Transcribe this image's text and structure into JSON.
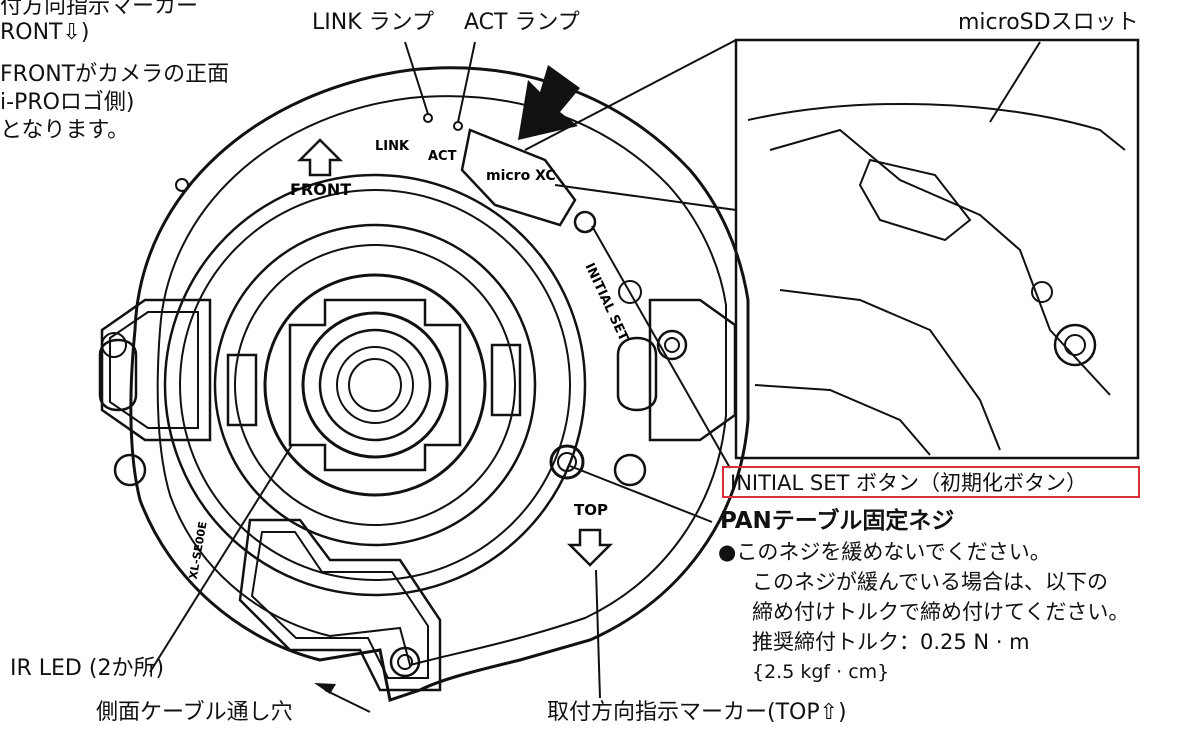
{
  "labels": {
    "front_marker_l1": "付方向指示マーカー",
    "front_marker_l2": "RONT⇩)",
    "front_note_l1": "FRONTがカメラの正面",
    "front_note_l2": "i-PROロゴ側)",
    "front_note_l3": "となります。",
    "link_lamp": "LINK ランプ",
    "act_lamp": "ACT ランプ",
    "microsd_slot": "microSDスロット",
    "initial_set_button": "INITIAL SET ボタン（初期化ボタン）",
    "pan_screw_title": "PANテーブル固定ネジ",
    "pan_note_1": "●このネジを緩めないでください。",
    "pan_note_2": "このネジが緩んでいる場合は、以下の",
    "pan_note_3": "締め付けトルクで締め付けてください。",
    "pan_note_4": "推奨締付トルク：0.25 N · m",
    "pan_note_5": "{2.5 kgf · cm}",
    "ir_led": "IR LED (2か所)",
    "side_cable_hole": "側面ケーブル通し穴",
    "top_marker": "取付方向指示マーカー(TOP⇧)"
  },
  "device_marks": {
    "front": "FRONT",
    "top": "TOP",
    "link": "LINK",
    "act": "ACT",
    "initial_set": "INITIAL SET",
    "micro_xc": "micro XC",
    "model": "XL-SE00E"
  }
}
